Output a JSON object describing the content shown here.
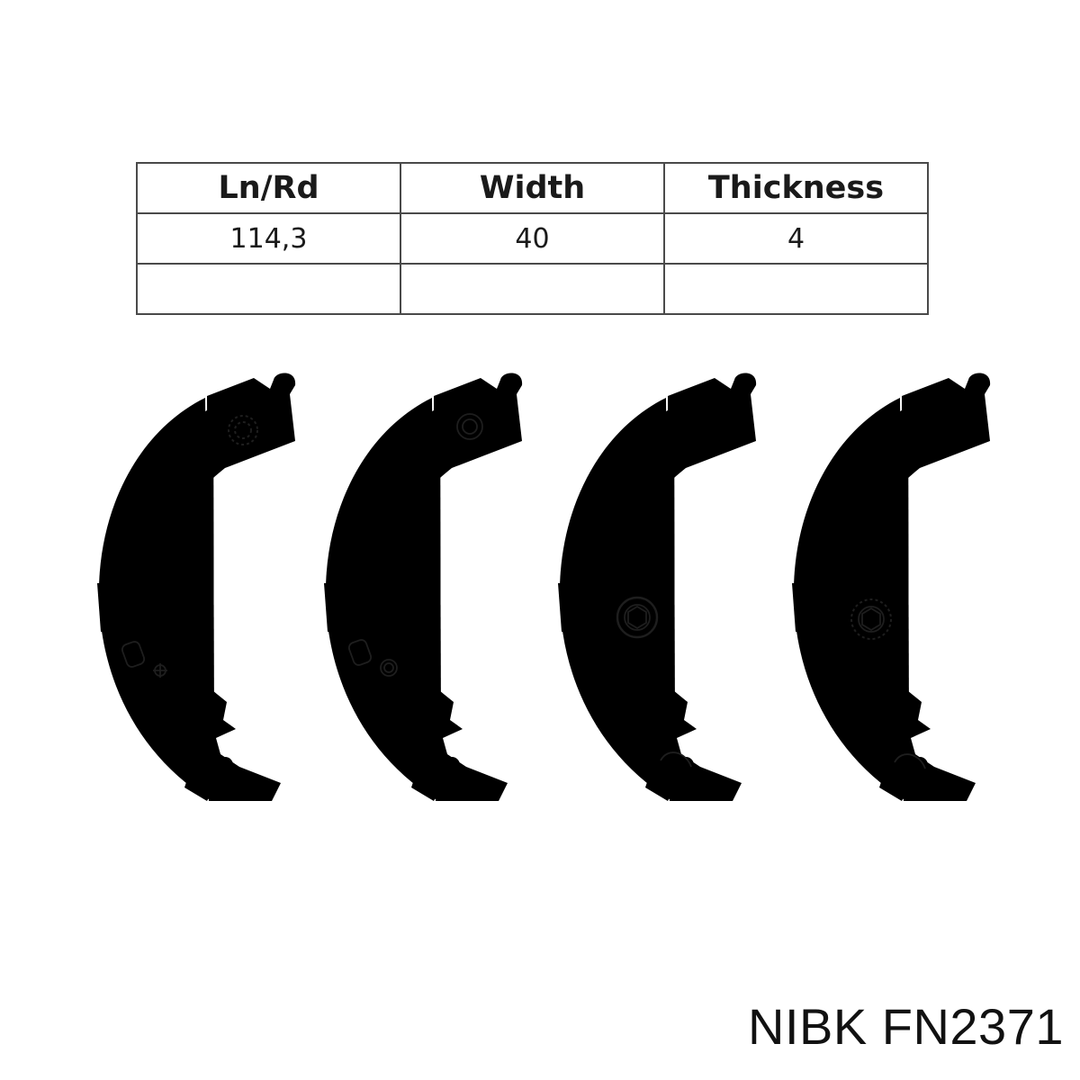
{
  "spec_table": {
    "headers": [
      "Ln/Rd",
      "Width",
      "Thickness"
    ],
    "rows": [
      [
        "114,3",
        "40",
        "4"
      ],
      [
        "",
        "",
        ""
      ]
    ]
  },
  "shoes": [
    {
      "name": "brake-shoe-1",
      "top_feature": "dashed-pin",
      "mid_feature": "none",
      "low_feature": "slot-and-gear"
    },
    {
      "name": "brake-shoe-2",
      "top_feature": "pin-nut",
      "mid_feature": "none",
      "low_feature": "slot-and-ring"
    },
    {
      "name": "brake-shoe-3",
      "top_feature": "none",
      "mid_feature": "adjuster-nut",
      "low_feature": "none"
    },
    {
      "name": "brake-shoe-4",
      "top_feature": "none",
      "mid_feature": "dashed-adjuster-nut",
      "low_feature": "none"
    }
  ],
  "caption": {
    "brand": "NIBK",
    "part_number": "FN2371"
  },
  "colors": {
    "line": "#1e1e1e",
    "table_border": "#4a4a4a",
    "background": "#ffffff"
  }
}
